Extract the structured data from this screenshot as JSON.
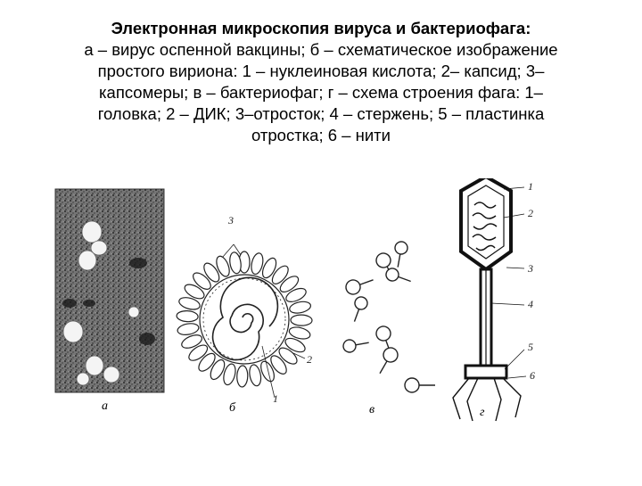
{
  "caption": {
    "title": "Электронная микроскопия вируса и бактериофага:",
    "lines": [
      "а – вирус оспенной вакцины; б – схематическое изображение",
      "простого вириона: 1 – нуклеиновая кислота; 2– капсид; 3–",
      "капсомеры; в – бактериофаг; г – схема строения фага: 1–",
      "головка; 2 – ДИК; 3–отросток; 4 – стержень; 5 – пластинка",
      "отростка; 6 – нити"
    ]
  },
  "figure": {
    "panel_labels": [
      "а",
      "б",
      "в",
      "г"
    ],
    "virion_labels": [
      "3",
      "2",
      "1"
    ],
    "phage_labels": [
      "1",
      "2",
      "3",
      "4",
      "5",
      "6"
    ]
  }
}
